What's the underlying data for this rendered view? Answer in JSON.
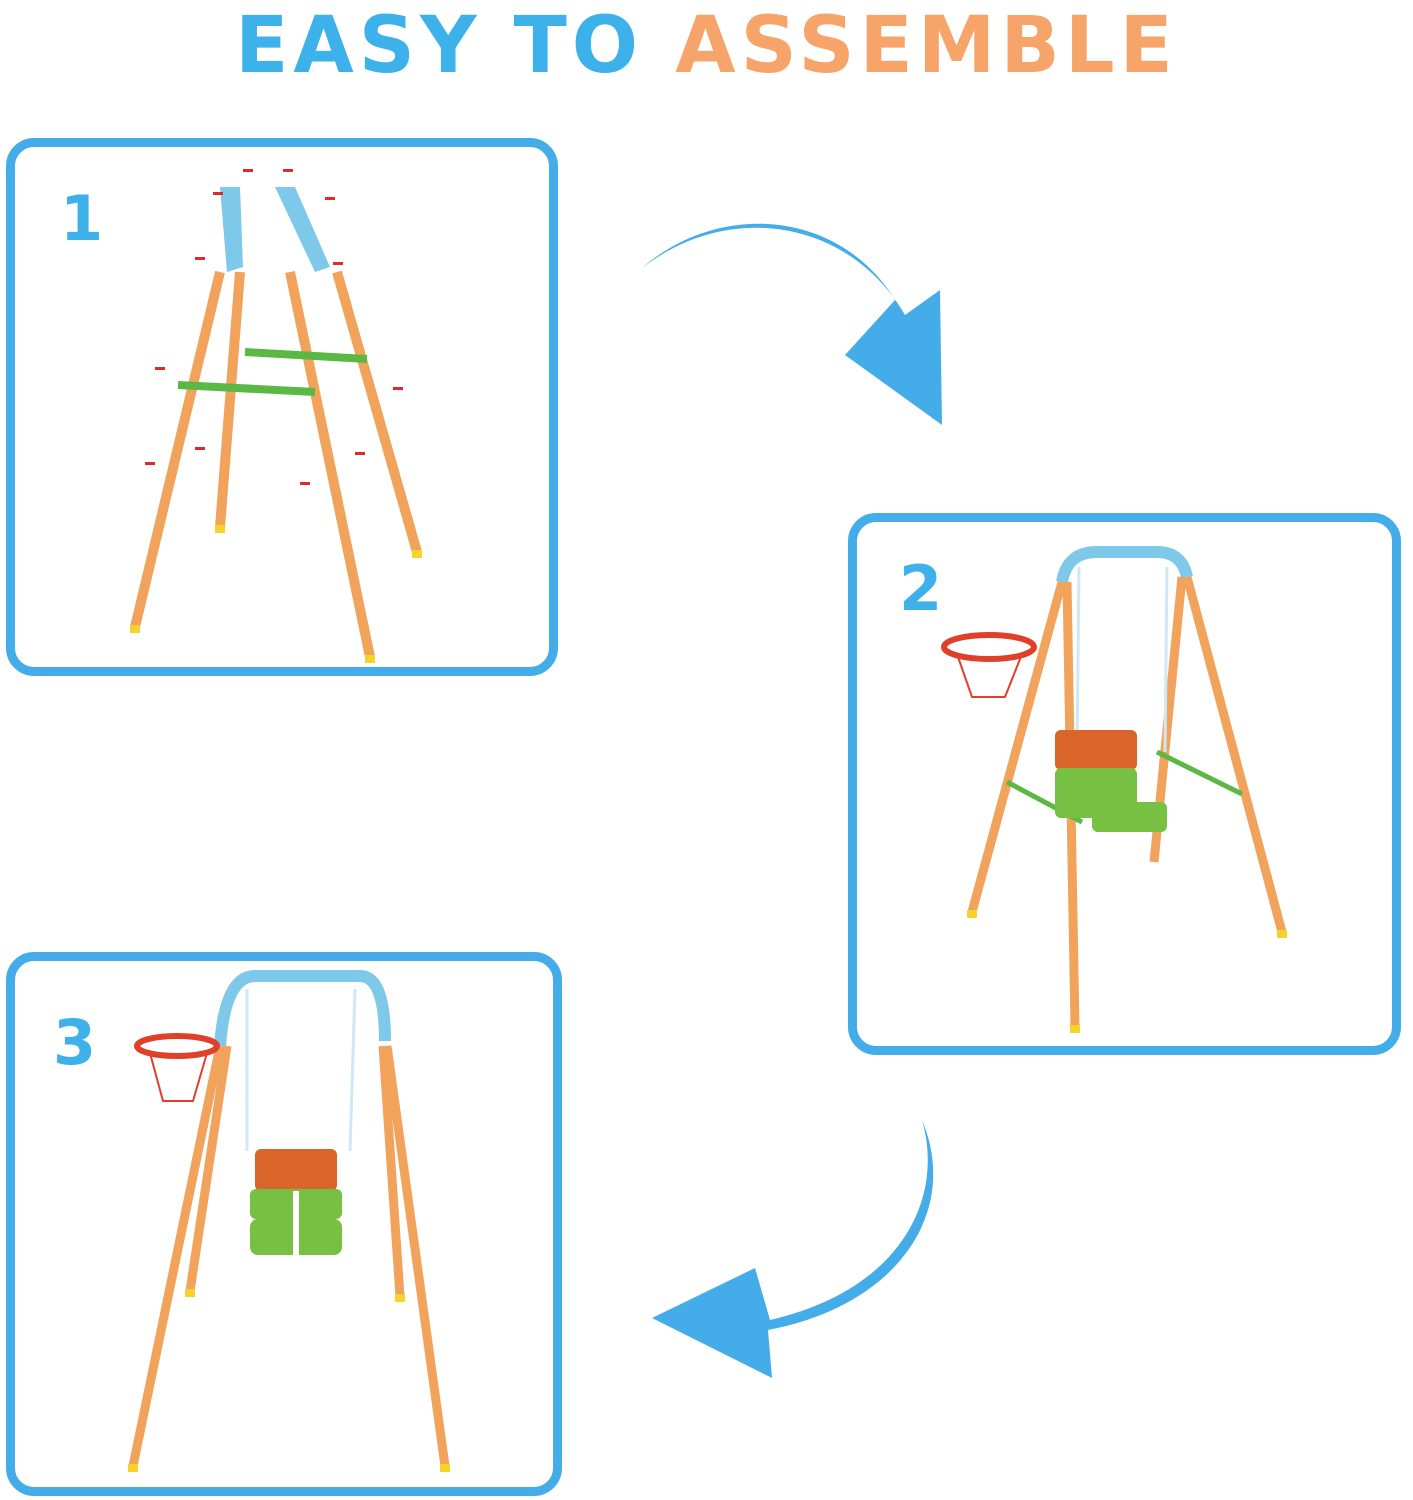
{
  "title": {
    "part1": "EASY TO ",
    "part2": "ASSEMBLE"
  },
  "steps": [
    {
      "number": "1"
    },
    {
      "number": "2"
    },
    {
      "number": "3"
    }
  ],
  "colors": {
    "frame_blue": "#45acea",
    "title_blue": "#3db1ea",
    "title_orange": "#f7a46a",
    "leg_orange": "#f2a35b",
    "top_bar": "#7ec8ea",
    "crossbar_green": "#5cb845",
    "seat_orange": "#d9652a",
    "seat_green": "#77c043",
    "hoop_red": "#e0402a",
    "marker_red": "#e02a2a"
  }
}
